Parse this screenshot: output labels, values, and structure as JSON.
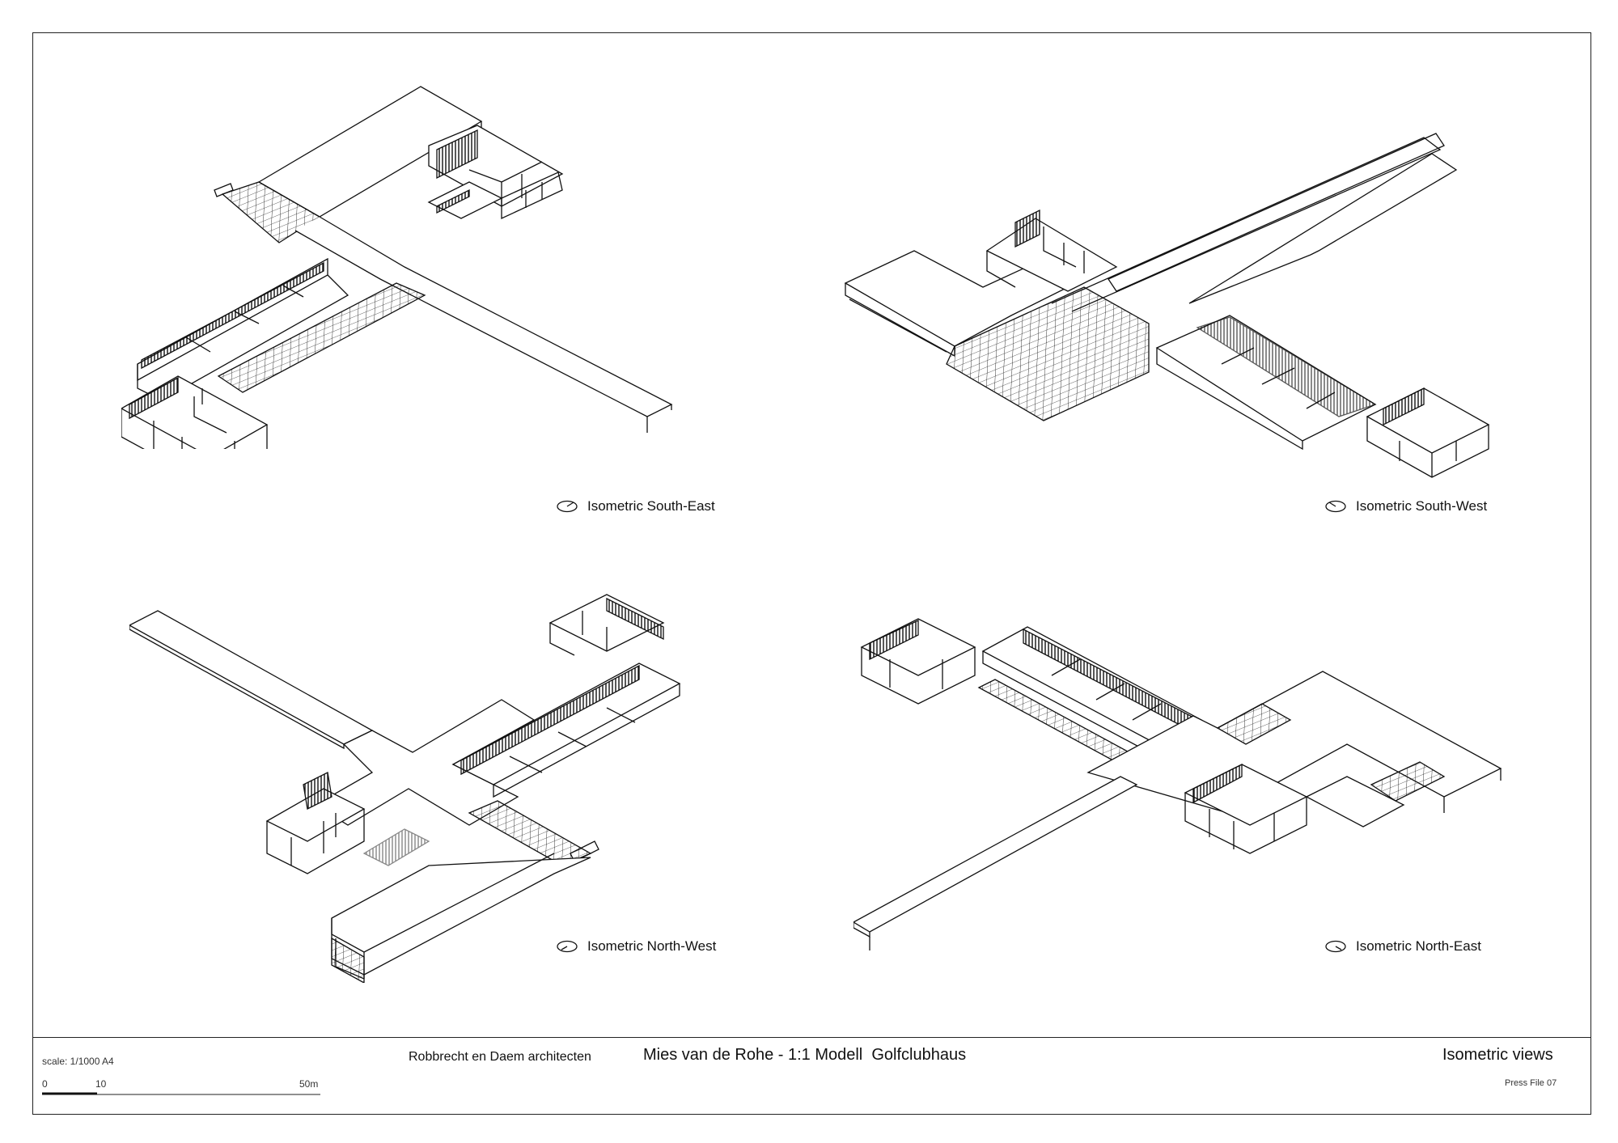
{
  "views": [
    {
      "id": "se",
      "label": "Isometric South-East"
    },
    {
      "id": "sw",
      "label": "Isometric South-West"
    },
    {
      "id": "nw",
      "label": "Isometric North-West"
    },
    {
      "id": "ne",
      "label": "Isometric North-East"
    }
  ],
  "title_block": {
    "scale": "scale: 1/1000 A4",
    "scale_ticks": [
      "0",
      "10",
      "50m"
    ],
    "office": "Robbrecht en Daem architecten",
    "project": "Mies van de Rohe - 1:1 Modell  Golfclubhaus",
    "sheet_title": "Isometric views",
    "sheet_number": "Press File 07"
  }
}
